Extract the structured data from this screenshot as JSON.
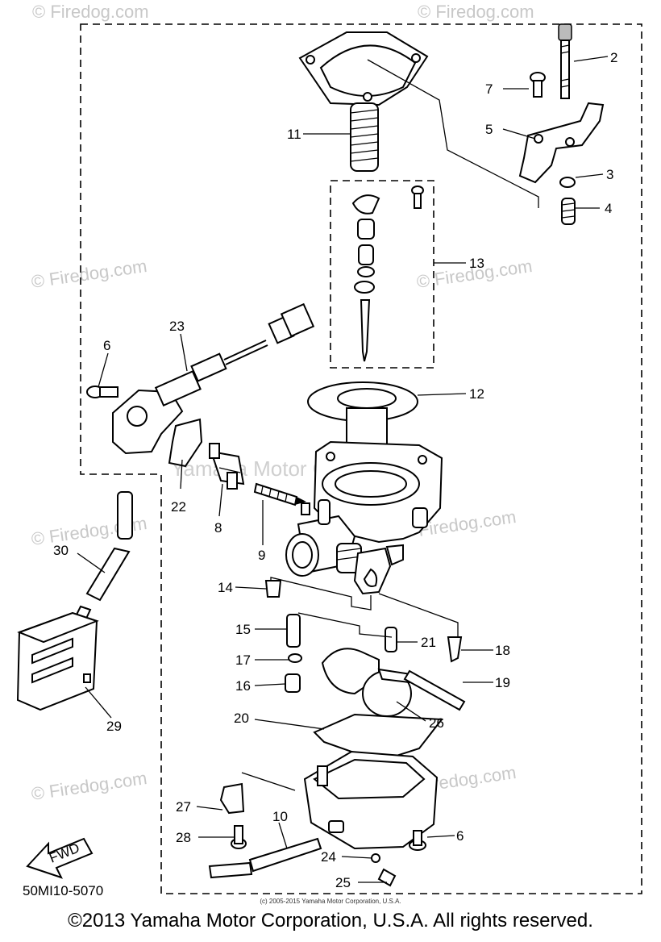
{
  "watermarks": {
    "firedog": "© Firedog.com",
    "yamaha": "Yamaha Motor Corp. U.S.A."
  },
  "callouts": [
    "2",
    "7",
    "5",
    "3",
    "4",
    "11",
    "13",
    "12",
    "23",
    "6",
    "22",
    "8",
    "9",
    "30",
    "14",
    "15",
    "17",
    "16",
    "21",
    "18",
    "19",
    "20",
    "26",
    "29",
    "27",
    "28",
    "10",
    "24",
    "25",
    "6"
  ],
  "fwd_label": "FWD",
  "part_code": "50MI10-5070",
  "small_credit": "(c) 2005-2015 Yamaha Motor Corporation, U.S.A.",
  "copyright": "©2013 Yamaha Motor Corporation, U.S.A. All rights reserved."
}
